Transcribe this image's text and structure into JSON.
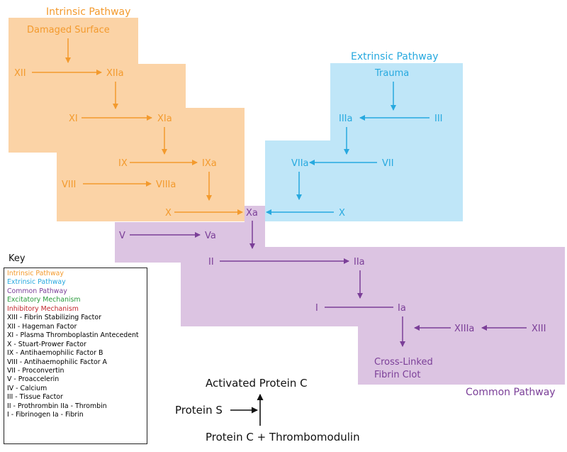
{
  "colors": {
    "intrinsic": "#f39a2d",
    "extrinsic": "#27a9df",
    "common": "#7b3f98",
    "excitatory": "#2a9a3c",
    "inhibitory": "#c1272d",
    "orange_fill": "#fbd3a6",
    "blue_fill": "#bfe6f8",
    "purple_fill": "#dcc4e2"
  },
  "titles": {
    "intrinsic": "Intrinsic Pathway",
    "extrinsic": "Extrinsic Pathway",
    "common": "Common Pathway"
  },
  "intrinsic": {
    "damaged_surface": "Damaged Surface",
    "xii": "XII",
    "xiia": "XIIa",
    "xi": "XI",
    "xia": "XIa",
    "ix": "IX",
    "ixa": "IXa",
    "viii": "VIII",
    "viiia": "VIIIa",
    "x": "X"
  },
  "extrinsic": {
    "trauma": "Trauma",
    "iii": "III",
    "iiia": "IIIa",
    "vii": "VII",
    "viia": "VIIa",
    "x": "X"
  },
  "common": {
    "xa": "Xa",
    "v": "V",
    "va": "Va",
    "ii": "II",
    "iia": "IIa",
    "i": "I",
    "ia": "Ia",
    "xiii": "XIII",
    "xiiia": "XIIIa",
    "clot_line1": "Cross-Linked",
    "clot_line2": "Fibrin Clot"
  },
  "protein": {
    "apc": "Activated Protein C",
    "protein_s": "Protein S",
    "protein_c": "Protein C + Thrombomodulin"
  },
  "key": {
    "title": "Key",
    "legend": [
      "Intrinsic Pathway",
      "Extrinsic Pathway",
      "Common Pathway",
      "Excitatory Mechanism",
      "Inhibitory Mechanism"
    ],
    "factors": [
      "XIII - Fibrin Stabilizing Factor",
      "XII - Hageman Factor",
      "XI - Plasma Thromboplastin Antecedent",
      "X - Stuart-Prower Factor",
      "IX - Antihaemophilic Factor B",
      "VIII - Antihaemophilic Factor A",
      "VII - Proconvertin",
      "V - Proaccelerin",
      "IV - Calcium",
      "III - Tissue Factor",
      "II - Prothrombin  IIa - Thrombin",
      "I - Fibrinogen  Ia - Fibrin"
    ]
  }
}
